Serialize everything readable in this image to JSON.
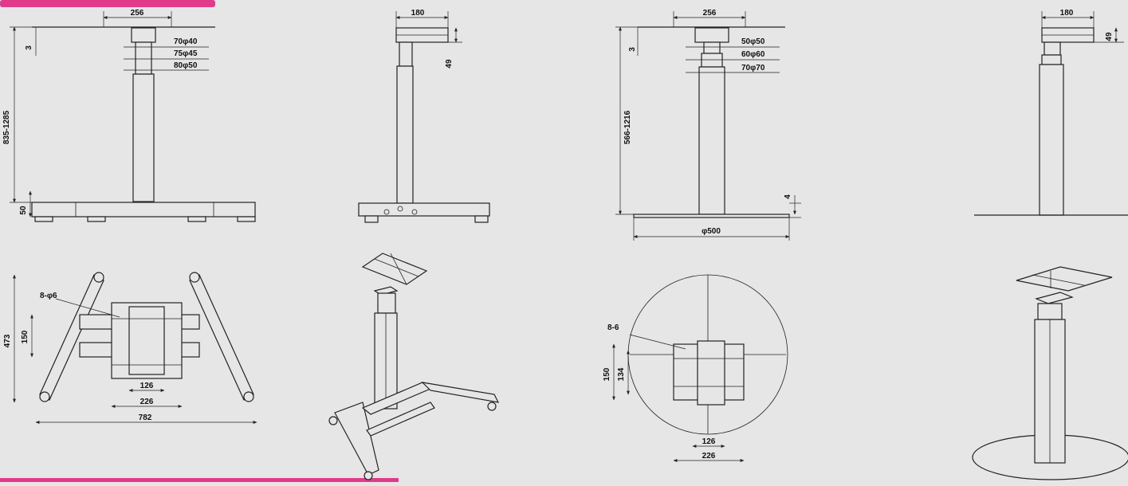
{
  "brand_bar_color": "#e13a8a",
  "background_color": "#e6e6e6",
  "line_color": "#222222",
  "drawings": {
    "t_frame_front": {
      "width": "256",
      "top_thickness": "3",
      "height_range": "835-1285",
      "foot_height": "50",
      "tube_1": "70φ40",
      "tube_2": "75φ45",
      "tube_3": "80φ50"
    },
    "t_frame_side": {
      "plate_depth": "180",
      "plate_height": "49"
    },
    "t_frame_top": {
      "holes": "8-φ6",
      "plate_depth": "150",
      "overall_depth": "473",
      "inner_width": "126",
      "outer_width": "226",
      "overall_width": "782"
    },
    "round_base_front": {
      "width": "256",
      "top_thickness": "3",
      "height_range": "566-1216",
      "base_thickness": "4",
      "base_diameter": "φ500",
      "tube_1": "50φ50",
      "tube_2": "60φ60",
      "tube_3": "70φ70"
    },
    "round_base_side": {
      "plate_depth": "180",
      "plate_height": "49"
    },
    "round_base_top": {
      "holes": "8-6",
      "plate_depth": "150",
      "inner_depth": "134",
      "inner_width": "126",
      "outer_width": "226"
    }
  }
}
